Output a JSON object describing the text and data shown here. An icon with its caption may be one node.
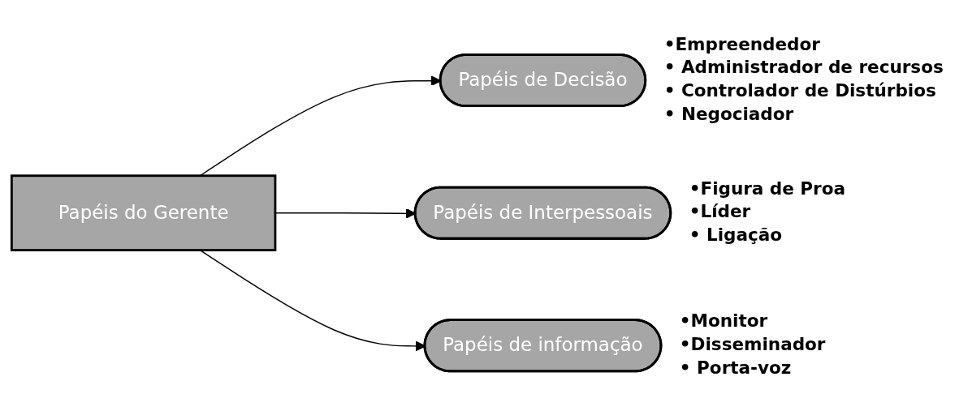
{
  "diagram": {
    "nodes": [
      {
        "text": [
          "Papéis de Decisão"
        ],
        "beside": [
          "•Empreendedor",
          "• Administrador de recursos",
          "• Controlador de Distúrbios",
          "• Negociador"
        ]
      },
      {
        "text": [
          "Papéis de Interpessoais"
        ],
        "beside": [
          "•Figura de Proa",
          "•Líder",
          "• Ligação"
        ]
      },
      {
        "text": [
          "Papéis do Gerente"
        ]
      },
      {
        "text": [
          "Papéis de informação"
        ],
        "beside": [
          "•Monitor",
          "•Disseminador",
          "• Porta-voz"
        ]
      }
    ],
    "edges": [
      {
        "from": 2,
        "to": 0,
        "arrow": "to"
      },
      {
        "from": 2,
        "to": 1,
        "arrow": "to"
      },
      {
        "from": 2,
        "to": 3,
        "arrow": "to"
      }
    ]
  }
}
